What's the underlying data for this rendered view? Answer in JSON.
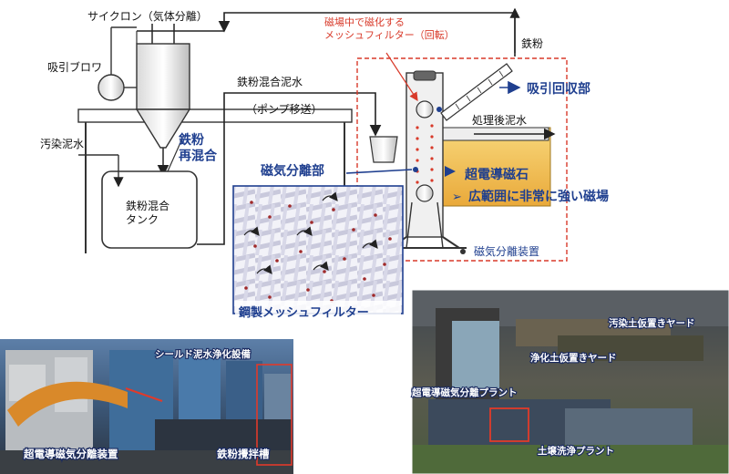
{
  "diagram": {
    "labels": {
      "cyclone": "サイクロン（気体分離）",
      "blower": "吸引ブロワ",
      "contaminated_water": "汚染泥水",
      "remix": "鉄粉\n再混合",
      "tank": "鉄粉混合\nタンク",
      "mixed_water": "鉄粉混合泥水",
      "pump": "（ポンプ移送）",
      "magnetize": "磁場中で磁化する\nメッシュフィルター（回転）",
      "iron_powder": "鉄粉",
      "suction_recovery": "吸引回収部",
      "treated_water": "処理後泥水",
      "magnetic_sep_part": "磁気分離部",
      "superconducting_magnet": "超電導磁石",
      "strong_field": "広範囲に非常に強い磁場",
      "separator": "磁気分離装置",
      "mesh_filter": "鋼製メッシュフィルター"
    }
  },
  "photos": {
    "left": {
      "labels": {
        "shield": "シールド泥水浄化設備",
        "sc_device": "超電導磁気分離装置",
        "stir_tank": "鉄粉攪拌槽"
      }
    },
    "right": {
      "labels": {
        "contam_yard": "汚染土仮置きヤード",
        "clean_yard": "浄化土仮置きヤード",
        "sc_plant": "超電導磁気分離プラント",
        "wash_plant": "土壌洗浄プラント"
      }
    }
  },
  "colors": {
    "accent_blue": "#1f3f8f",
    "accent_red": "#d83a2a",
    "magnet_yellow": "#f4c24a"
  }
}
